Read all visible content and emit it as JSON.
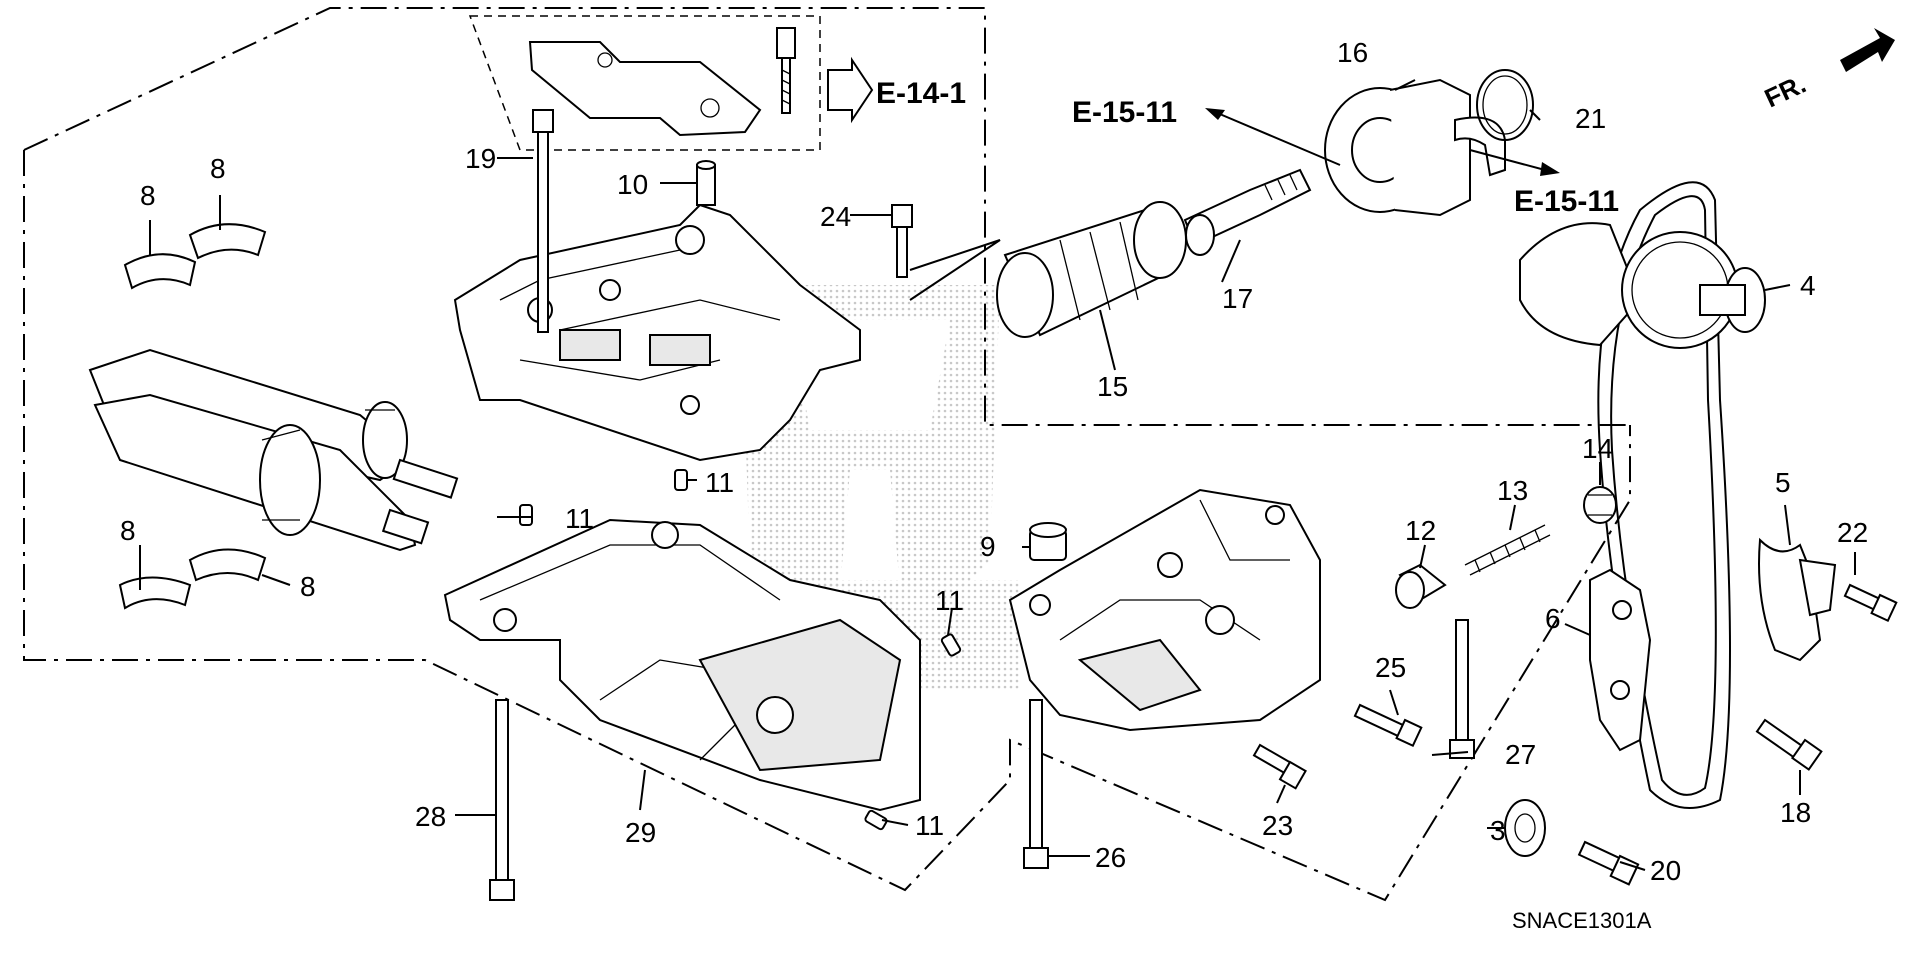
{
  "diagram": {
    "code": "SNACE1301A",
    "direction_label": "FR.",
    "refs": {
      "e14_1": "E-14-1",
      "e15_11_left": "E-15-11",
      "e15_11_right": "E-15-11"
    },
    "part_labels": {
      "p3": "3",
      "p4": "4",
      "p5": "5",
      "p6": "6",
      "p8a": "8",
      "p8b": "8",
      "p8c": "8",
      "p8d": "8",
      "p9": "9",
      "p10": "10",
      "p11a": "11",
      "p11b": "11",
      "p11c": "11",
      "p11d": "11",
      "p12": "12",
      "p13": "13",
      "p14": "14",
      "p15": "15",
      "p16": "16",
      "p17": "17",
      "p18": "18",
      "p19": "19",
      "p20": "20",
      "p21": "21",
      "p22": "22",
      "p23": "23",
      "p24": "24",
      "p25": "25",
      "p26": "26",
      "p27": "27",
      "p28": "28",
      "p29": "29"
    },
    "icons": [
      "honda-logo-watermark",
      "fr-arrow-icon"
    ]
  }
}
